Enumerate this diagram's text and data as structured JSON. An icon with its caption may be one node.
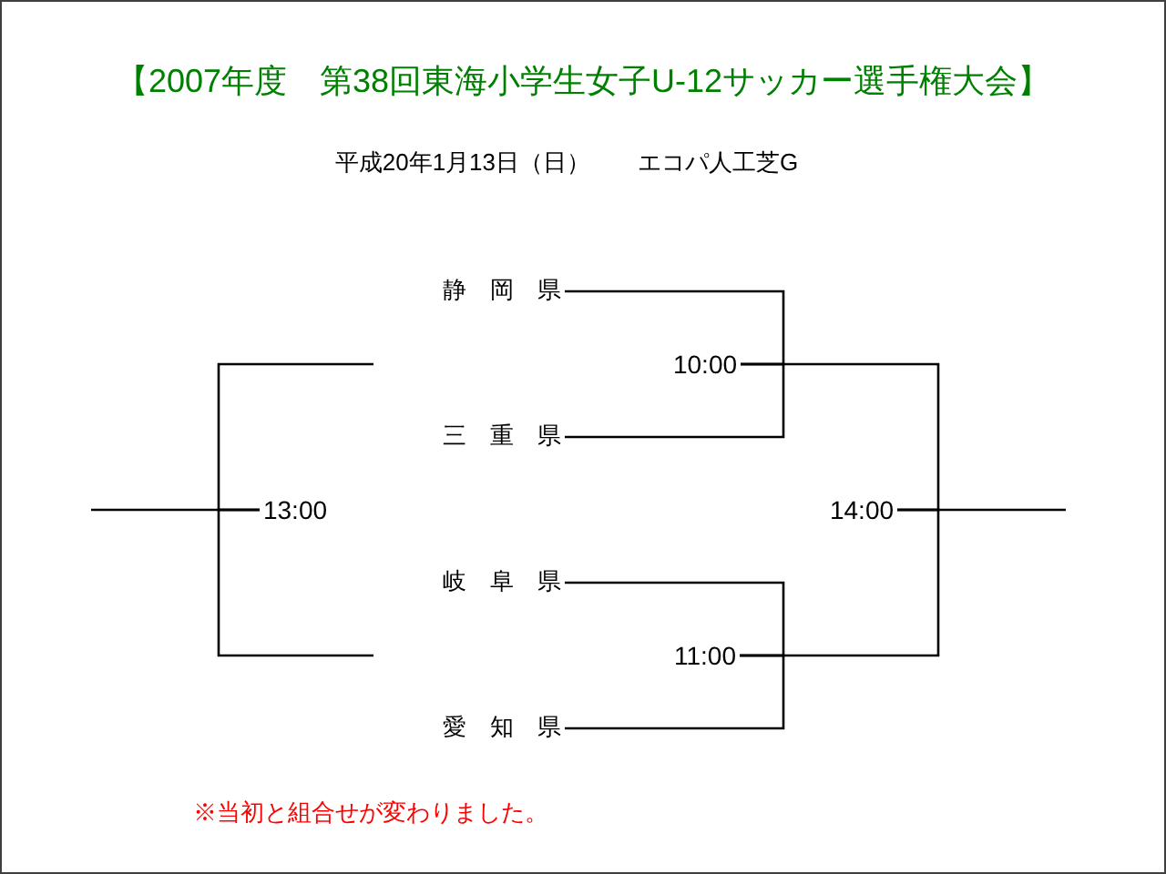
{
  "diagram": {
    "title": "【2007年度　第38回東海小学生女子U-12サッカー選手権大会】",
    "nodes": [
      {
        "text": [
          "静岡県"
        ]
      },
      {
        "text": [
          "10:00"
        ]
      },
      {
        "text": [
          "三重県"
        ]
      },
      {
        "text": [
          "13:00"
        ]
      },
      {
        "text": [
          "14:00"
        ]
      },
      {
        "text": [
          "岐阜県"
        ]
      },
      {
        "text": [
          "11:00"
        ]
      },
      {
        "text": [
          "愛知県"
        ]
      }
    ],
    "edges": [
      {
        "from": 0,
        "to": 1,
        "arrow": "none"
      },
      {
        "from": 2,
        "to": 1,
        "arrow": "none"
      },
      {
        "from": 5,
        "to": 6,
        "arrow": "none"
      },
      {
        "from": 7,
        "to": 6,
        "arrow": "none"
      },
      {
        "from": 1,
        "to": 4,
        "arrow": "none"
      },
      {
        "from": 6,
        "to": 4,
        "arrow": "none"
      },
      {
        "from": 4,
        "to": null,
        "arrow": "none"
      },
      {
        "from": null,
        "to": 3,
        "arrow": "none"
      },
      {
        "from": null,
        "to": 3,
        "arrow": "none"
      },
      {
        "from": 3,
        "to": null,
        "arrow": "none"
      }
    ],
    "labels": [
      "平成20年1月13日（日）　　エコパ人工芝G",
      "※当初と組合せが変わりました。"
    ]
  }
}
